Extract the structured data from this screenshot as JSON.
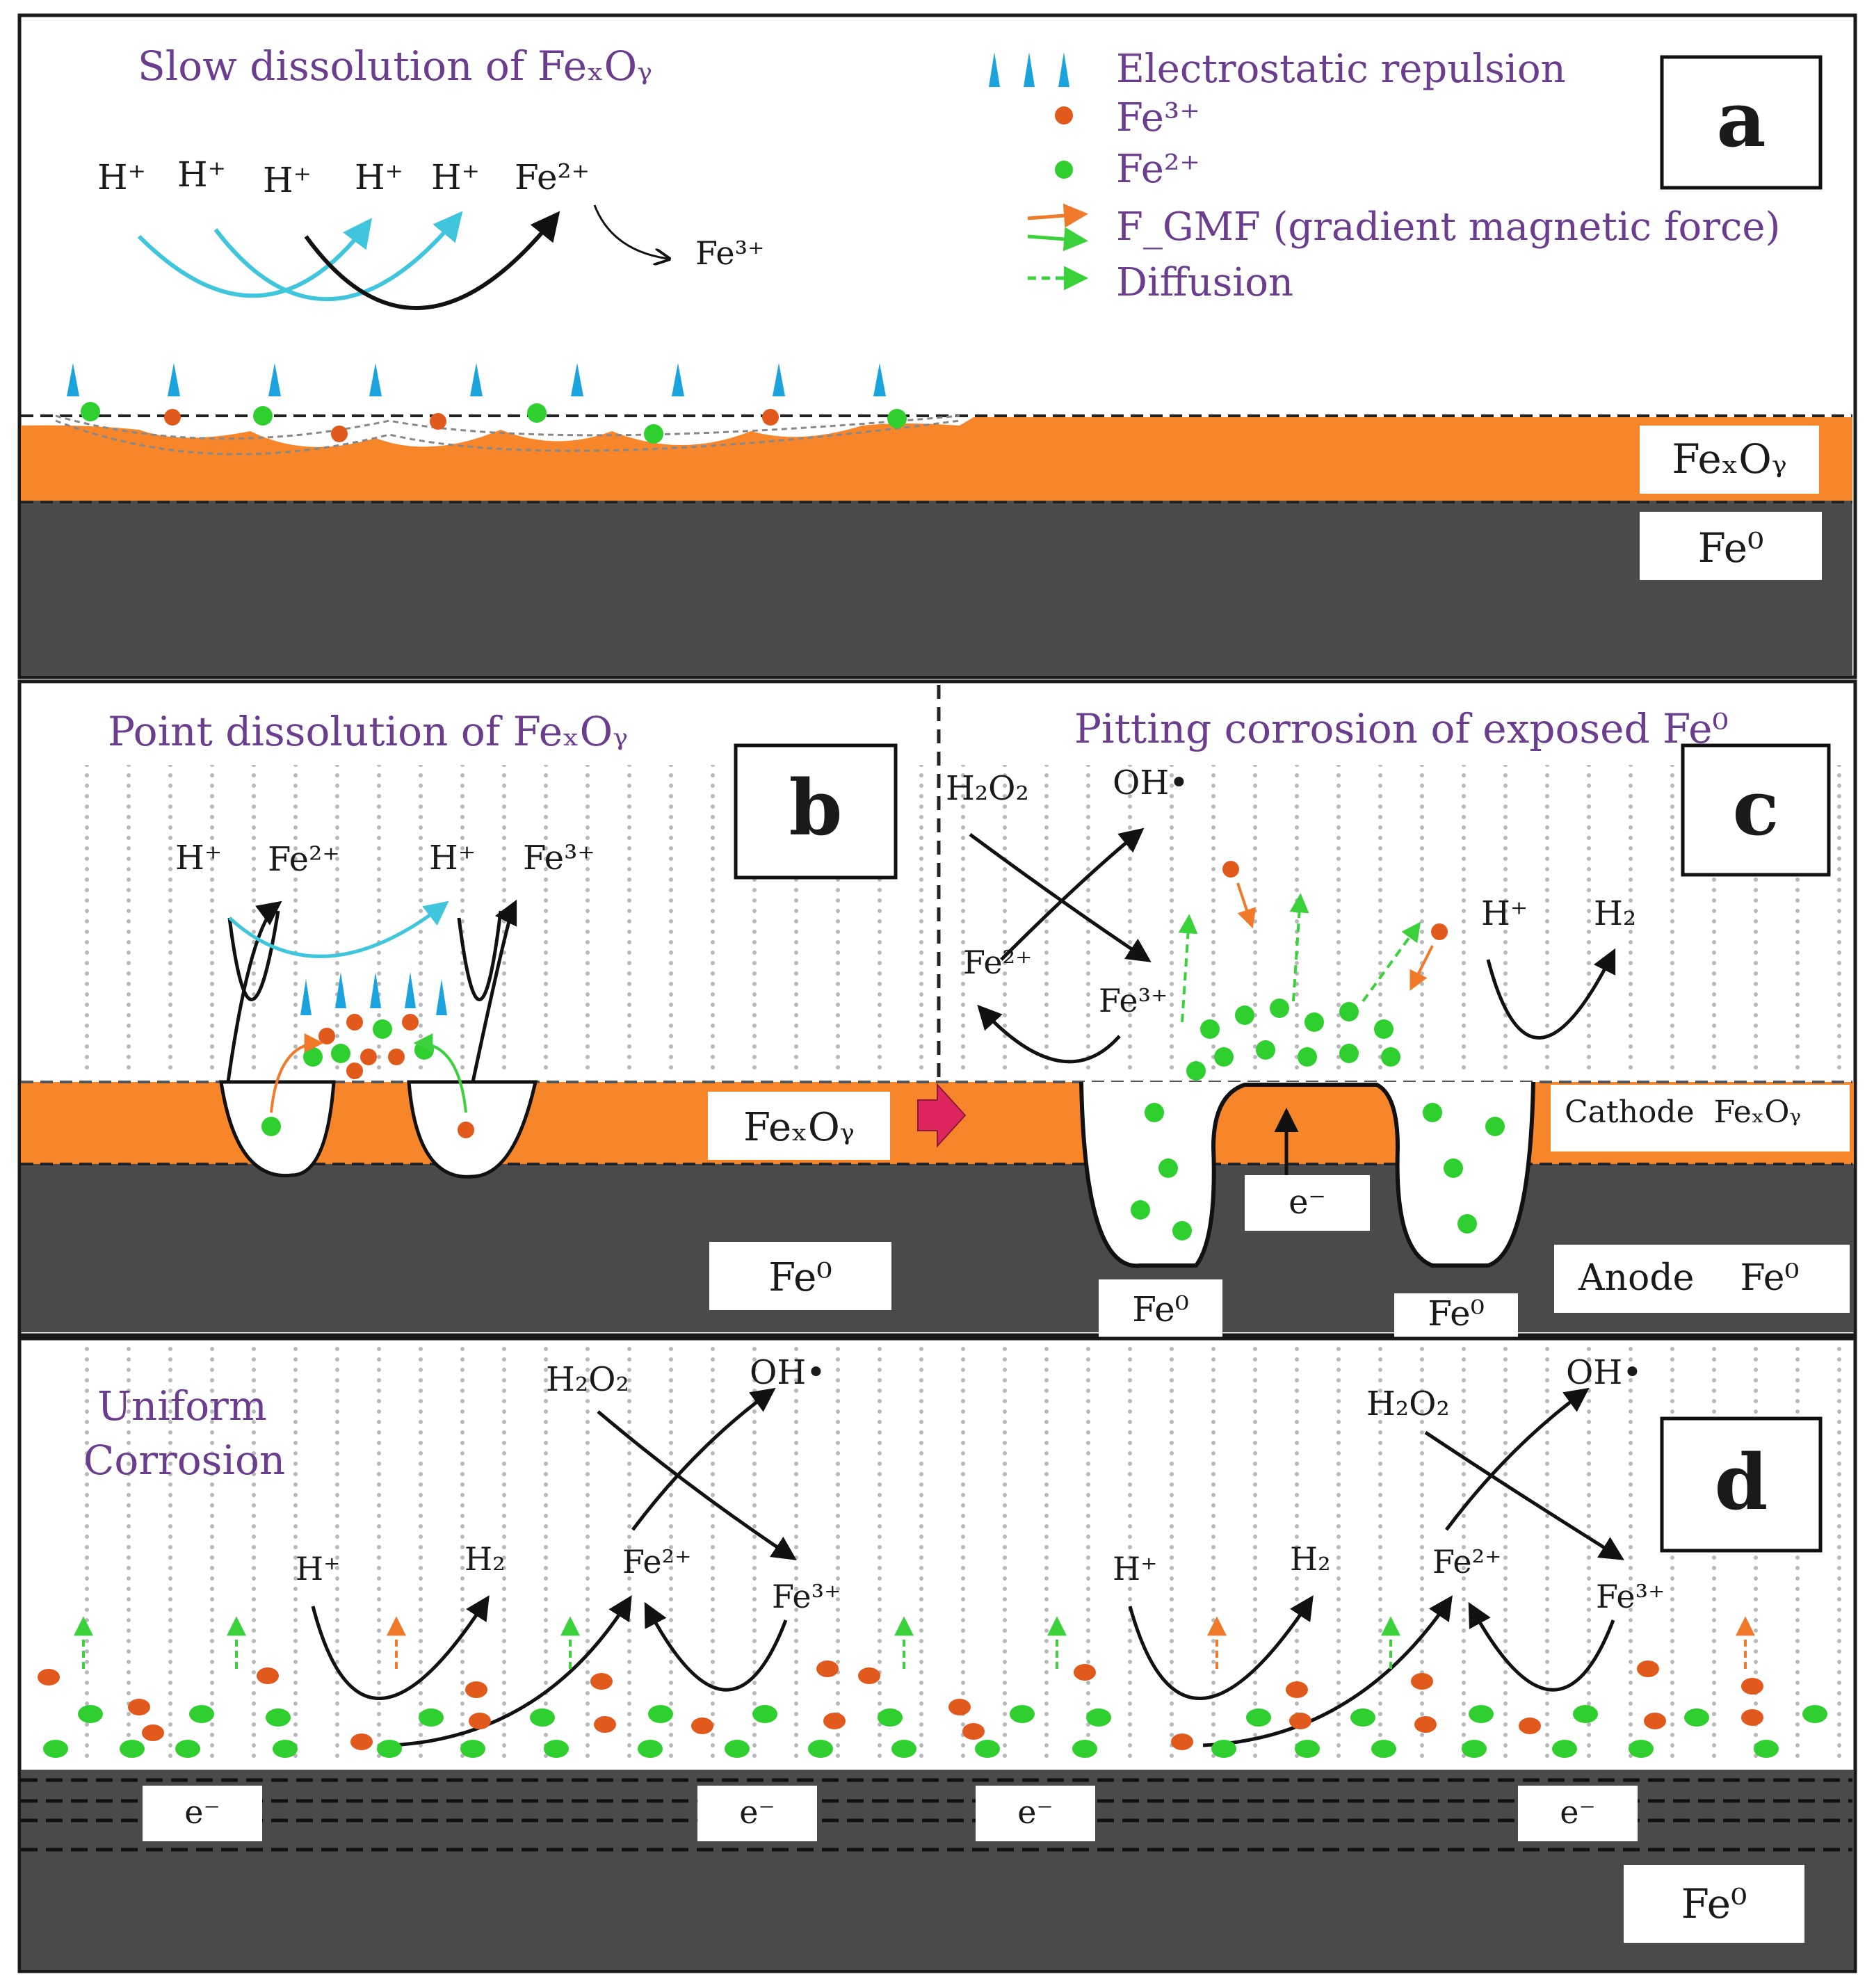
{
  "colors": {
    "oxide": "#f7862a",
    "metal": "#4a4a4a",
    "title_purple": "#6a3d8f",
    "repulsion_blue": "#1aa3dc",
    "fe3": "#e2591c",
    "fe2": "#2fcf2f",
    "gmf_orange": "#f07a2a",
    "gmf_green": "#3ad13a",
    "pointer_arrow": "#e0245e"
  },
  "icons": {
    "repulsion": "up-arrow-icon",
    "fe3": "orange-dot-icon",
    "fe2": "green-dot-icon",
    "gmf": "orange-green-arrow-icon",
    "diffusion": "dashed-green-arrow-icon"
  },
  "panel_a": {
    "letter": "a",
    "title": "Slow dissolution of FeₓOᵧ",
    "ions": [
      "H⁺",
      "H⁺",
      "H⁺",
      "H⁺",
      "H⁺",
      "Fe²⁺"
    ],
    "fe3_product": "Fe³⁺",
    "oxide_label": "FeₓOᵧ",
    "metal_label": "Fe⁰"
  },
  "legend": {
    "repulsion": "Electrostatic repulsion",
    "fe3": "Fe³⁺",
    "fe2": "Fe²⁺",
    "gmf": "F_GMF (gradient magnetic force)",
    "diffusion": "Diffusion"
  },
  "panel_b": {
    "letter": "b",
    "title": "Point dissolution of FeₓOᵧ",
    "ions": [
      "H⁺",
      "Fe²⁺",
      "H⁺",
      "Fe³⁺"
    ],
    "oxide_label": "FeₓOᵧ",
    "metal_label": "Fe⁰"
  },
  "panel_c": {
    "letter": "c",
    "title": "Pitting corrosion of exposed Fe⁰",
    "h2o2": "H₂O₂",
    "oh": "OH•",
    "fe2": "Fe²⁺",
    "fe3": "Fe³⁺",
    "hplus": "H⁺",
    "h2": "H₂",
    "cathode": "Cathode  FeₓOᵧ",
    "anode": "Anode    Fe⁰",
    "electron": "e⁻",
    "fe0_left": "Fe⁰",
    "fe0_right": "Fe⁰"
  },
  "panel_d": {
    "letter": "d",
    "title_line1": "Uniform",
    "title_line2": "Corrosion",
    "h2o2": "H₂O₂",
    "oh": "OH•",
    "hplus": "H⁺",
    "h2": "H₂",
    "fe2": "Fe²⁺",
    "fe3": "Fe³⁺",
    "electron": "e⁻",
    "metal_label": "Fe⁰"
  }
}
